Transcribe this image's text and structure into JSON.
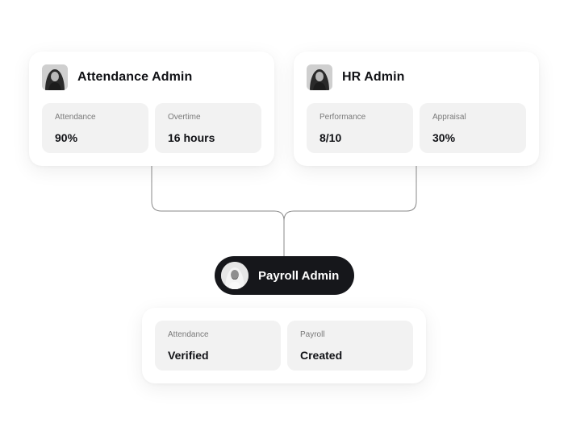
{
  "cards": {
    "attendance_admin": {
      "title": "Attendance Admin",
      "stats": [
        {
          "label": "Attendance",
          "value": "90%"
        },
        {
          "label": "Overtime",
          "value": "16 hours"
        }
      ]
    },
    "hr_admin": {
      "title": "HR Admin",
      "stats": [
        {
          "label": "Performance",
          "value": "8/10"
        },
        {
          "label": "Appraisal",
          "value": "30%"
        }
      ]
    }
  },
  "payroll": {
    "title": "Payroll Admin",
    "stats": [
      {
        "label": "Attendance",
        "value": "Verified"
      },
      {
        "label": "Payroll",
        "value": "Created"
      }
    ]
  },
  "colors": {
    "card_bg": "#ffffff",
    "stat_bg": "#f2f2f2",
    "pill_bg": "#16171b",
    "connector": "#8a8a8a"
  }
}
